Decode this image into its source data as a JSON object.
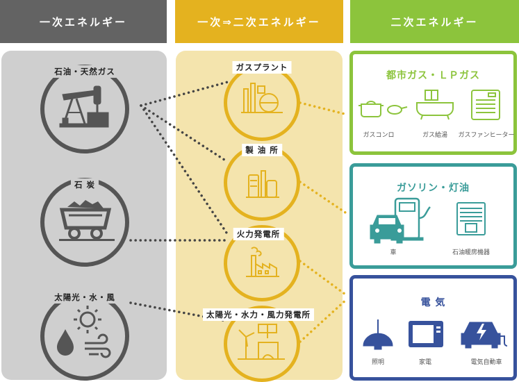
{
  "headers": {
    "primary": "一次エネルギー",
    "conversion": "一次⇒二次エネルギー",
    "secondary": "二次エネルギー"
  },
  "primary_sources": [
    {
      "label": "石油・天然ガス",
      "icon": "oil-pump-icon"
    },
    {
      "label": "石 炭",
      "icon": "coal-cart-icon"
    },
    {
      "label": "太陽光・水・風",
      "icon": "sun-water-wind-icon"
    }
  ],
  "plants": [
    {
      "label": "ガスプラント",
      "icon": "gas-plant-icon"
    },
    {
      "label": "製 油 所",
      "icon": "refinery-icon"
    },
    {
      "label": "火力発電所",
      "icon": "thermal-plant-icon"
    },
    {
      "label": "太陽光・水力・風力発電所",
      "icon": "renewable-plant-icon"
    }
  ],
  "products": [
    {
      "title": "都市ガス・ＬＰガス",
      "color": "#8cc43c",
      "items": [
        {
          "label": "ガスコンロ",
          "icon": "gas-stove-icon"
        },
        {
          "label": "ガス給湯",
          "icon": "bathtub-icon"
        },
        {
          "label": "ガスファンヒーター",
          "icon": "fan-heater-icon"
        }
      ]
    },
    {
      "title": "ガソリン・灯油",
      "color": "#3a9c99",
      "items": [
        {
          "label": "車",
          "icon": "car-fuel-pump-icon"
        },
        {
          "label": "石油暖房機器",
          "icon": "oil-heater-icon"
        }
      ]
    },
    {
      "title": "電 気",
      "color": "#37529c",
      "items": [
        {
          "label": "照明",
          "icon": "lamp-icon"
        },
        {
          "label": "家電",
          "icon": "microwave-icon"
        },
        {
          "label": "電気自動車",
          "icon": "electric-car-icon"
        }
      ]
    }
  ],
  "colors": {
    "primary_header": "#636363",
    "conversion_header": "#e4b21f",
    "secondary_header": "#8cc43c",
    "primary_panel": "#cfcfcf",
    "conversion_panel": "#f4e4ad",
    "primary_ring": "#555555",
    "plant_ring": "#e4b21f"
  }
}
